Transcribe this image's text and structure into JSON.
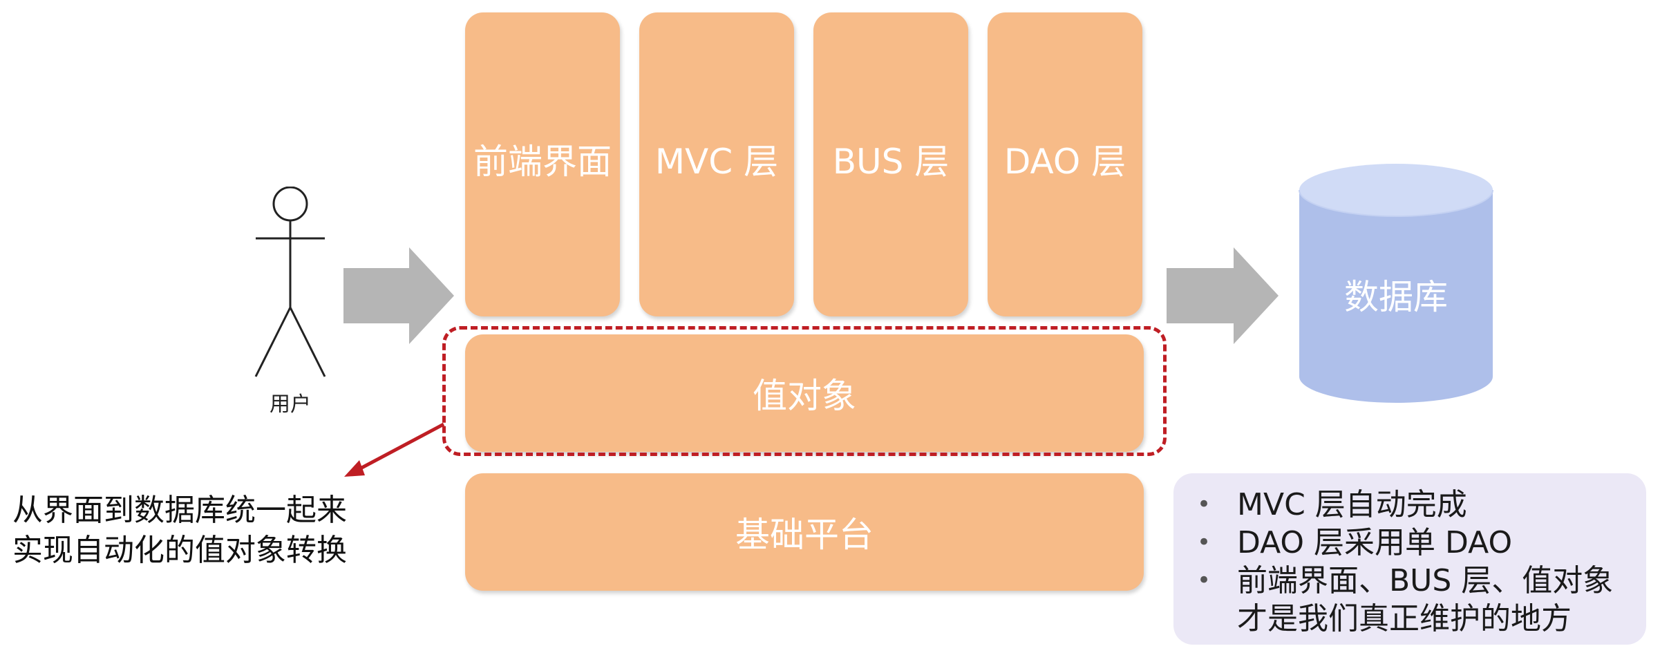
{
  "layers": {
    "frontend": "前端界面",
    "mvc": "MVC 层",
    "bus": "BUS 层",
    "dao": "DAO 层",
    "value_object": "值对象",
    "base_platform": "基础平台"
  },
  "user": {
    "label": "用户"
  },
  "database": {
    "label": "数据库"
  },
  "caption": {
    "line1": "从界面到数据库统一起来",
    "line2": "实现自动化的值对象转换"
  },
  "notes": [
    "MVC 层自动完成",
    "DAO 层采用单 DAO",
    "前端界面、BUS 层、值对象",
    "才是我们真正维护的地方"
  ],
  "colors": {
    "block": "#f7bb88",
    "dashed_border": "#bf1e24",
    "arrow_gray": "#b5b5b5",
    "database": "#aebfea",
    "note_bg": "#ebe8f6"
  }
}
